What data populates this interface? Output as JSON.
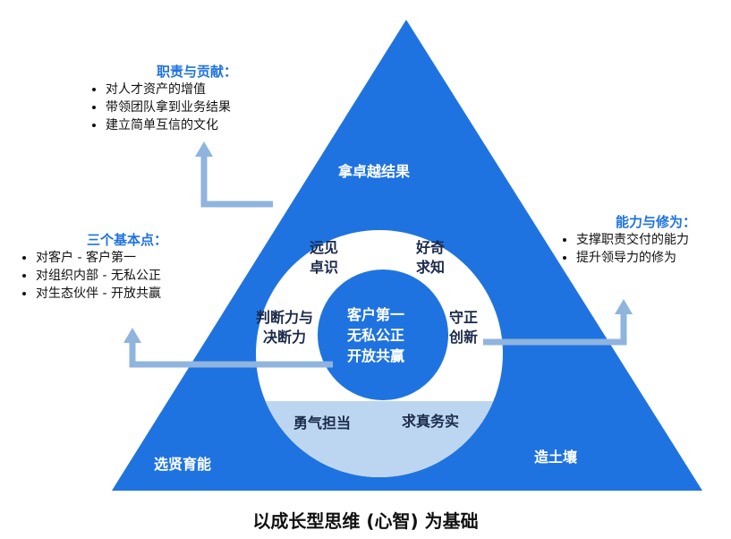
{
  "colors": {
    "primary": "#1f73e0",
    "arrow": "#8fb4de",
    "light": "#bcd6f2",
    "text_dark": "#1b2a4a"
  },
  "top_box": {
    "title": "职责与贡献：",
    "items": [
      "对人才资产的增值",
      "带领团队拿到业务结果",
      "建立简单互信的文化"
    ]
  },
  "left_box": {
    "title": "三个基本点：",
    "items": [
      "对客户 - 客户第一",
      "对组织内部 - 无私公正",
      "对生态伙伴 - 开放共赢"
    ]
  },
  "right_box": {
    "title": "能力与修为：",
    "items": [
      "支撑职责交付的能力",
      "提升领导力的修为"
    ]
  },
  "triangle": {
    "top": "拿卓越结果",
    "bottom_left": "选贤育能",
    "bottom_right": "造土壤"
  },
  "ring": {
    "top_left": [
      "远见",
      "卓识"
    ],
    "top_right": [
      "好奇",
      "求知"
    ],
    "left": [
      "判断力与",
      "决断力"
    ],
    "right": [
      "守正",
      "创新"
    ],
    "bottom_left": "勇气担当",
    "bottom_right": "求真务实"
  },
  "core": [
    "客户第一",
    "无私公正",
    "开放共赢"
  ],
  "footer": "以成长型思维 (心智) 为基础"
}
